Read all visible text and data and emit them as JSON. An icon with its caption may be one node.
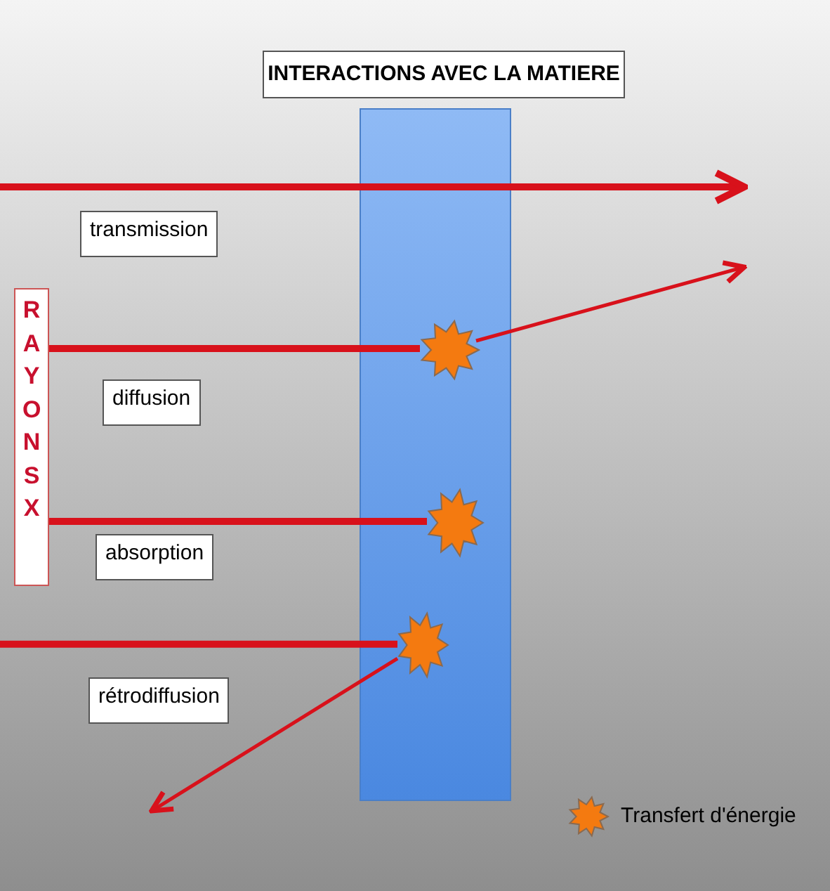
{
  "diagram": {
    "title": "INTERACTIONS AVEC LA MATIERE",
    "nodes": [
      {
        "text": [],
        "shape": "box"
      },
      {
        "text": [],
        "shape": "star",
        "in": 0
      },
      {
        "text": [],
        "shape": "star",
        "in": 0
      },
      {
        "text": [],
        "shape": "star",
        "in": 0
      },
      {
        "text": [
          "RAYONS X"
        ]
      },
      {
        "text": [
          "transmission"
        ]
      },
      {
        "text": [
          "diffusion"
        ]
      },
      {
        "text": [
          "absorption"
        ]
      },
      {
        "text": [
          "rétrodiffusion"
        ]
      }
    ],
    "edges": [
      {
        "from": 4,
        "to": 1,
        "arrow": "none"
      },
      {
        "from": 1,
        "to": null,
        "arrow": "to"
      },
      {
        "from": 4,
        "to": 2,
        "arrow": "none"
      },
      {
        "from": null,
        "to": 3,
        "arrow": "none"
      },
      {
        "from": 3,
        "to": null,
        "arrow": "to"
      }
    ],
    "legend": [
      {
        "text": "Transfert d'énergie"
      }
    ]
  }
}
